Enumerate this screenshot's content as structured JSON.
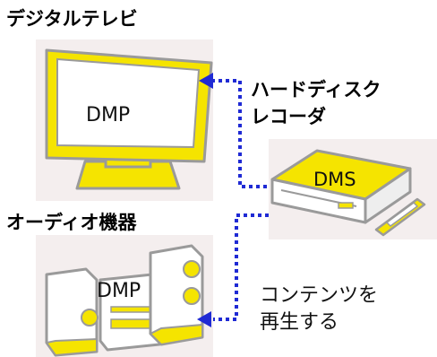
{
  "tv": {
    "title": "デジタルテレビ",
    "role": "DMP"
  },
  "recorder": {
    "title_line1": "ハードディスク",
    "title_line2": "レコーダ",
    "role": "DMS"
  },
  "audio": {
    "title": "オーディオ機器",
    "role": "DMP"
  },
  "caption": {
    "line1": "コンテンツを",
    "line2": "再生する"
  },
  "colors": {
    "device_yellow": "#f5e400",
    "device_outline": "#9a9a9a",
    "device_fill": "#ffffff",
    "panel_bg": "#f4eeee",
    "arrow": "#1f2ad4"
  },
  "icons": {
    "tv": "television-icon",
    "recorder": "hard-disk-recorder-icon",
    "audio": "audio-system-icon"
  }
}
